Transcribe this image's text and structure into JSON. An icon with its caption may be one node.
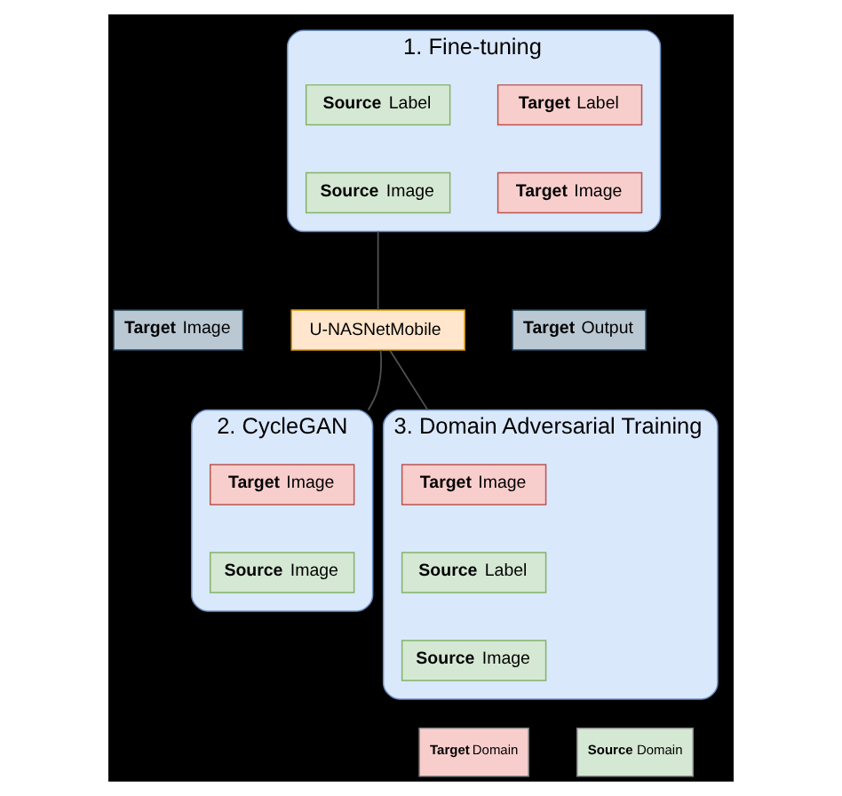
{
  "diagram": {
    "nodes": [
      {
        "text": [
          "1. Fine-tuning"
        ]
      },
      {
        "text": [
          "**Target** Label"
        ],
        "in": 0
      },
      {
        "text": [
          "**Target** Image"
        ],
        "in": 0
      },
      {
        "text": [
          "**Source** Label"
        ],
        "in": 0
      },
      {
        "text": [
          "**Source** Image"
        ],
        "in": 0
      },
      {
        "text": [
          "**Target** Image"
        ]
      },
      {
        "text": [
          "U-NASNetMobile"
        ]
      },
      {
        "text": [
          "**Target** Output"
        ]
      },
      {
        "text": [
          "2. CycleGAN"
        ]
      },
      {
        "text": [
          "**Target** Image"
        ],
        "in": 8
      },
      {
        "text": [
          "**Source** Image"
        ],
        "in": 8
      },
      {
        "text": [
          "3. Domain Adversarial Training"
        ]
      },
      {
        "text": [
          "**Target** Image"
        ],
        "in": 11
      },
      {
        "text": [
          "**Source** Label"
        ],
        "in": 11
      },
      {
        "text": [
          "**Source** Image"
        ],
        "in": 11
      }
    ],
    "edges": [
      {
        "from": 0,
        "to": 6,
        "arrow": "none"
      },
      {
        "from": 8,
        "to": 6,
        "arrow": "none"
      },
      {
        "from": 11,
        "to": 6,
        "arrow": "none"
      }
    ],
    "legend": [
      {
        "text": "**Target** Domain",
        "color": "#f8cecc"
      },
      {
        "text": "**Source** Domain",
        "color": "#d5e8d4"
      }
    ]
  }
}
